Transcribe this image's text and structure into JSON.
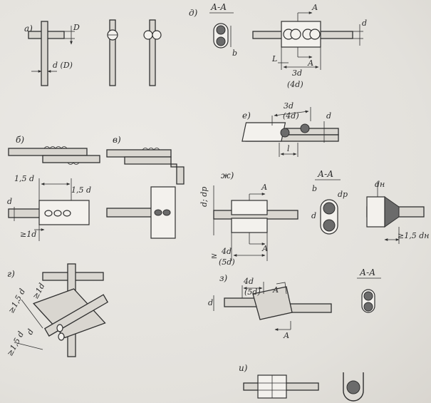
{
  "labels": {
    "a_letter": "а)",
    "a_D": "D",
    "a_dD": "d (D)",
    "b_letter": "б)",
    "b_15d_left": "1,5 d",
    "b_15d_right": "1,5 d",
    "b_d": "d",
    "b_ge1d": "≥1d",
    "v_letter": "в)",
    "g_letter": "г)",
    "g_ge15d": "≥1,5 d",
    "g_ge1d": "≥1d",
    "g_d": "d",
    "g_ge15d_low": "≥1,5 d",
    "d_letter": "д)",
    "d_AA": "А-А",
    "d_b": "b",
    "d_A_top": "А",
    "d_A_bot": "А",
    "d_L": "L",
    "d_d": "d",
    "d_3d": "3d",
    "d_4d": "(4d)",
    "e_letter": "е)",
    "e_3d": "3d",
    "e_4d": "(4d)",
    "e_d": "d",
    "e_l": "l",
    "zh_letter": "ж)",
    "zh_d_dp": "d; dp",
    "zh_A_top": "А",
    "zh_A_bot": "А",
    "zh_4d": "4d",
    "zh_5d": "(5d)",
    "zh_ge": "≥",
    "zh_AA": "А-А",
    "zh_b": "b",
    "zh_dp": "dp",
    "zh_d": "d",
    "zh_ds": "dн",
    "zh_ge15ds": "≥1,5 dн",
    "z_letter": "з)",
    "z_4d": "4d",
    "z_5d": "(5d)",
    "z_A": "А",
    "z_A_low": "А",
    "z_d": "d",
    "z_AA": "А-А",
    "i_letter": "и)"
  }
}
